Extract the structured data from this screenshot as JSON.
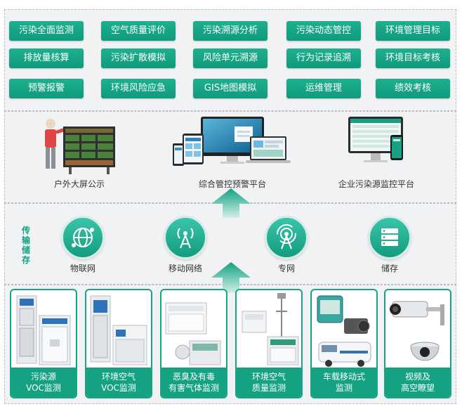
{
  "functions": {
    "row1": [
      "污染全面监测",
      "空气质量评价",
      "污染溯源分析",
      "污染动态管控",
      "环境管理目标"
    ],
    "row2": [
      "排放量核算",
      "污染扩散模拟",
      "风险单元溯源",
      "行为记录追溯",
      "环境目标考核"
    ],
    "row3": [
      "预警报警",
      "环境风险应急",
      "GIS地图模拟",
      "运维管理",
      "绩效考核"
    ]
  },
  "platforms": {
    "outdoor": "户外大屏公示",
    "integrated": "综合管控预警平台",
    "enterprise": "企业污染源监控平台"
  },
  "transport": {
    "section_label": "传输储存",
    "items": [
      "物联网",
      "移动网络",
      "专网",
      "储存"
    ]
  },
  "devices": [
    {
      "line1": "污染源",
      "line2": "VOC监测"
    },
    {
      "line1": "环境空气",
      "line2": "VOC监测"
    },
    {
      "line1": "恶臭及有毒",
      "line2": "有害气体监测"
    },
    {
      "line1": "环境空气",
      "line2": "质量监测"
    },
    {
      "line1": "车载移动式",
      "line2": "监测"
    },
    {
      "line1": "视频及",
      "line2": "高空瞭望"
    }
  ],
  "colors": {
    "accent": "#14a283",
    "panel": "#f1f2f4"
  }
}
